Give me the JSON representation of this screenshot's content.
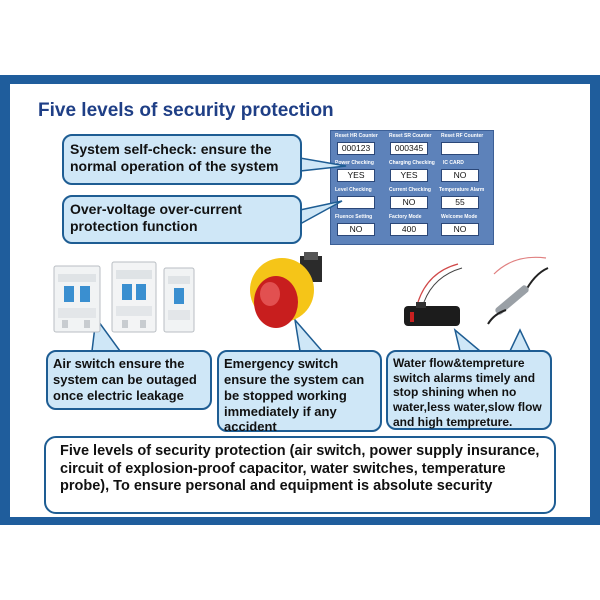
{
  "title": "Five levels of security protection",
  "callouts": {
    "self_check": "System self-check: ensure the normal operation of the system",
    "over_voltage": "Over-voltage over-current protection function",
    "air_switch": "Air switch ensure the system can be outaged once electric leakage",
    "emergency": "Emergency switch ensure the system can be stopped working immediately if any accident",
    "water_flow": "Water flow&tempreture switch alarms timely and stop shining when no water,less water,slow flow and high tempreture.",
    "summary": "Five levels of security protection (air switch, power supply insurance, circuit of explosion-proof capacitor, water switches, temperature probe), To ensure personal and equipment is absolute security"
  },
  "panel": {
    "labels": [
      "Reset HR Counter",
      "Reset SR Counter",
      "Reset RF Counter",
      "Power Checking",
      "Charging Checking",
      "IC CARD",
      "Level Checking",
      "Current Checking",
      "Temperature Alarm",
      "Fluence Setting",
      "Factory Mode",
      "Welcome Mode"
    ],
    "values": [
      "000123",
      "000345",
      "",
      "YES",
      "YES",
      "NO",
      "",
      "NO",
      "55",
      "NO",
      "400",
      "NO"
    ]
  },
  "colors": {
    "frame": "#1f5d9c",
    "title": "#1f3f86",
    "callout_fill": "#cfe7f7",
    "callout_border": "#1e5d93",
    "panel": "#5d82ba"
  },
  "icons": [
    "circuit-breaker-photo",
    "emergency-stop-photo",
    "water-flow-sensor-photo",
    "temperature-probe-photo"
  ]
}
